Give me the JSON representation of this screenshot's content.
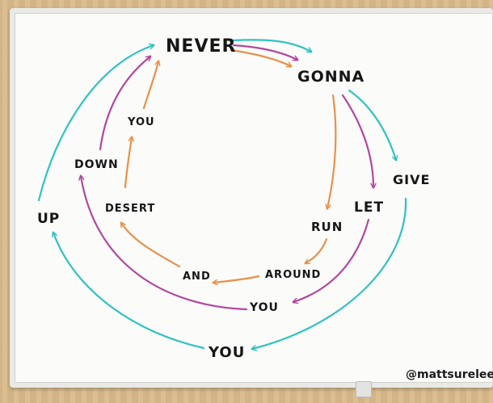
{
  "colors": {
    "cyan": "#2fc3c0",
    "magenta": "#b2479e",
    "orange": "#e8914a",
    "ink": "#161616"
  },
  "words": {
    "never": "NEVER",
    "gonna": "GONNA",
    "give": "GIVE",
    "let": "LET",
    "run": "RUN",
    "around": "AROUND",
    "and": "AND",
    "desert": "DESERT",
    "you_upper": "YOU",
    "down": "DOWN",
    "up": "UP",
    "you_middle": "YOU",
    "you_bottom": "YOU"
  },
  "watermark": "@mattsurelee"
}
